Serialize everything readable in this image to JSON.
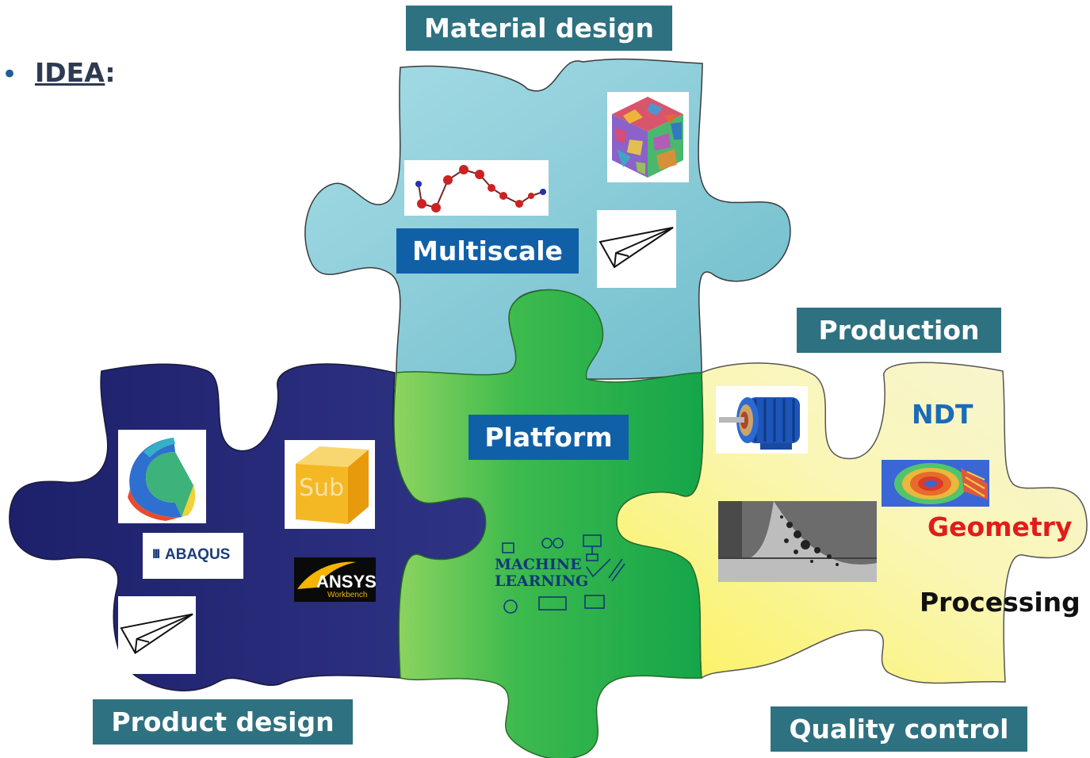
{
  "idea": {
    "bullet": "•",
    "word": "IDEA",
    "colon": ":"
  },
  "pieces": {
    "material_design": {
      "label": "Material design",
      "color": "#8ecfd9"
    },
    "multiscale": {
      "label": "Multiscale"
    },
    "platform": {
      "label": "Platform",
      "color": "#2fb54a"
    },
    "production": {
      "label": "Production"
    },
    "product_design": {
      "label": "Product design",
      "color": "#25286e"
    },
    "quality_control": {
      "label": "Quality control",
      "color": "#f8f3a6"
    }
  },
  "quality_items": {
    "ndt": "NDT",
    "geometry": "Geometry",
    "processing": "Processing"
  },
  "logos": {
    "abaqus": "ABAQUS",
    "abaqus_mark": "III",
    "ansys": "ANSYS",
    "ansys_sub": "Workbench",
    "sub_box": "Sub"
  },
  "ml_graphic": {
    "line1": "MACHINE",
    "line2": "LEARNING"
  },
  "icons": [
    "molecule-chain",
    "polycrystal-cube",
    "paper-plane",
    "turbine-model",
    "subdomain-box",
    "electric-motor",
    "ct-scan-image",
    "micrograph-image",
    "machine-learning-graphic"
  ]
}
